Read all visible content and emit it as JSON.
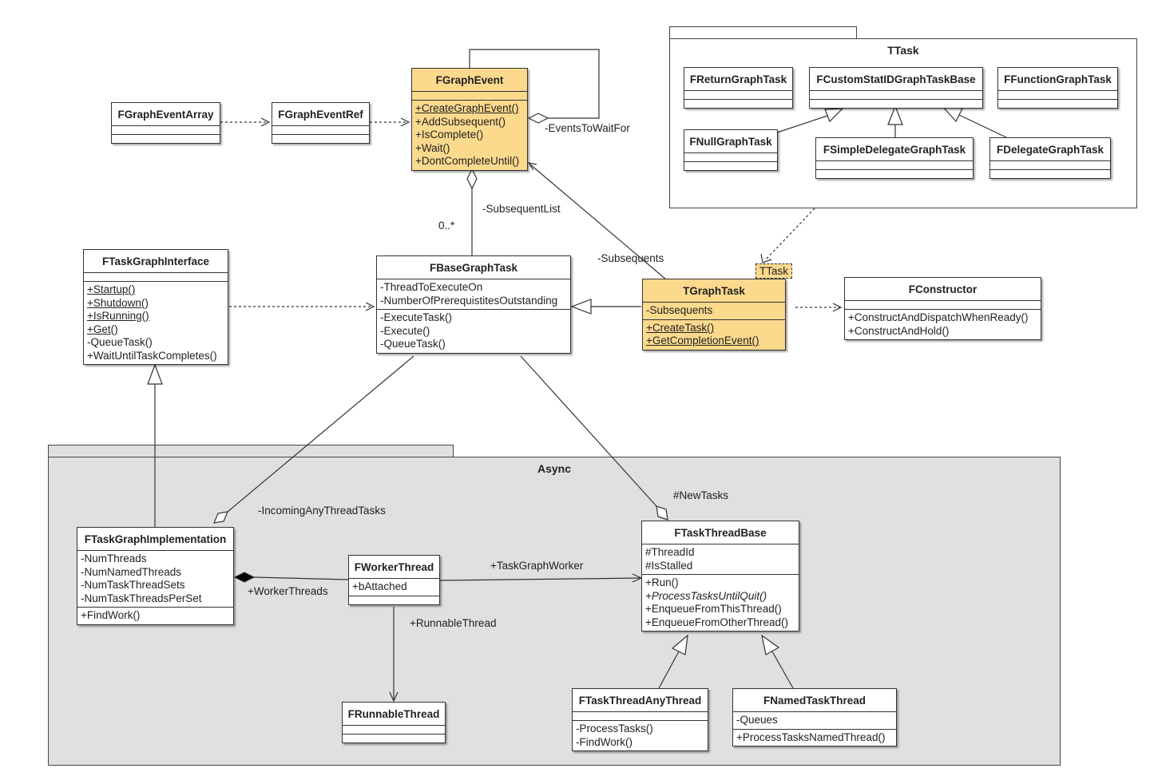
{
  "packages": {
    "ttask": {
      "name": "TTask"
    },
    "async": {
      "name": "Async"
    }
  },
  "classes": {
    "fgraph_event": {
      "name": "FGraphEvent",
      "attributes": [],
      "operations": [
        "+CreateGraphEvent()",
        "+AddSubsequent()",
        "+IsComplete()",
        "+Wait()",
        "+DontCompleteUntil()"
      ]
    },
    "fgraph_event_array": {
      "name": "FGraphEventArray",
      "attributes": [],
      "operations": []
    },
    "fgraph_event_ref": {
      "name": "FGraphEventRef",
      "attributes": [],
      "operations": []
    },
    "ftask_graph_interface": {
      "name": "FTaskGraphInterface",
      "attributes": [],
      "operations": [
        "+Startup()",
        "+Shutdown()",
        "+IsRunning()",
        "+Get()",
        "-QueueTask()",
        "+WaitUntilTaskCompletes()"
      ]
    },
    "fbase_graph_task": {
      "name": "FBaseGraphTask",
      "attributes": [
        "-ThreadToExecuteOn",
        "-NumberOfPrerequistitesOutstanding"
      ],
      "operations": [
        "-ExecuteTask()",
        "-Execute()",
        "-QueueTask()"
      ]
    },
    "tgraph_task": {
      "name": "TGraphTask",
      "template_param": "TTask",
      "attributes": [
        "-Subsequents"
      ],
      "operations": [
        "+CreateTask()",
        "+GetCompletionEvent()"
      ]
    },
    "fconstructor": {
      "name": "FConstructor",
      "attributes": [],
      "operations": [
        "+ConstructAndDispatchWhenReady()",
        "+ConstructAndHold()"
      ]
    },
    "freturn_graph_task": {
      "name": "FReturnGraphTask",
      "attributes": [],
      "operations": []
    },
    "fcustom_statid_graph_task_base": {
      "name": "FCustomStatIDGraphTaskBase",
      "attributes": [],
      "operations": []
    },
    "ffunction_graph_task": {
      "name": "FFunctionGraphTask",
      "attributes": [],
      "operations": []
    },
    "fnull_graph_task": {
      "name": "FNullGraphTask",
      "attributes": [],
      "operations": []
    },
    "fsimple_delegate_graph_task": {
      "name": "FSimpleDelegateGraphTask",
      "attributes": [],
      "operations": []
    },
    "fdelegate_graph_task": {
      "name": "FDelegateGraphTask",
      "attributes": [],
      "operations": []
    },
    "ftask_graph_implementation": {
      "name": "FTaskGraphImplementation",
      "attributes": [
        "-NumThreads",
        "-NumNamedThreads",
        "-NumTaskThreadSets",
        "-NumTaskThreadsPerSet"
      ],
      "operations": [
        "+FindWork()"
      ]
    },
    "fworker_thread": {
      "name": "FWorkerThread",
      "attributes": [
        "+bAttached"
      ],
      "operations": []
    },
    "frunnable_thread": {
      "name": "FRunnableThread",
      "attributes": [],
      "operations": []
    },
    "ftask_thread_base": {
      "name": "FTaskThreadBase",
      "attributes": [
        "#ThreadId",
        "#IsStalled"
      ],
      "operations": [
        "+Run()",
        "+ProcessTasksUntilQuit()",
        "+EnqueueFromThisThread()",
        "+EnqueueFromOtherThread()"
      ]
    },
    "ftask_thread_any_thread": {
      "name": "FTaskThreadAnyThread",
      "attributes": [],
      "operations": [
        "-ProcessTasks()",
        "-FindWork()"
      ]
    },
    "fnamed_task_thread": {
      "name": "FNamedTaskThread",
      "attributes": [
        "-Queues"
      ],
      "operations": [
        "+ProcessTasksNamedThread()"
      ]
    }
  },
  "relations": {
    "events_to_wait_for": "-EventsToWaitFor",
    "subsequent_list": "-SubsequentList",
    "subsequent_list_multiplicity": "0..*",
    "subsequents": "-Subsequents",
    "incoming_any_thread_tasks": "-IncomingAnyThreadTasks",
    "new_tasks": "#NewTasks",
    "worker_threads": "+WorkerThreads",
    "task_graph_worker": "+TaskGraphWorker",
    "runnable_thread": "+RunnableThread"
  },
  "colors": {
    "highlight": "#fbd98d",
    "package_fill": "#e0e0e0",
    "line": "#333333"
  }
}
